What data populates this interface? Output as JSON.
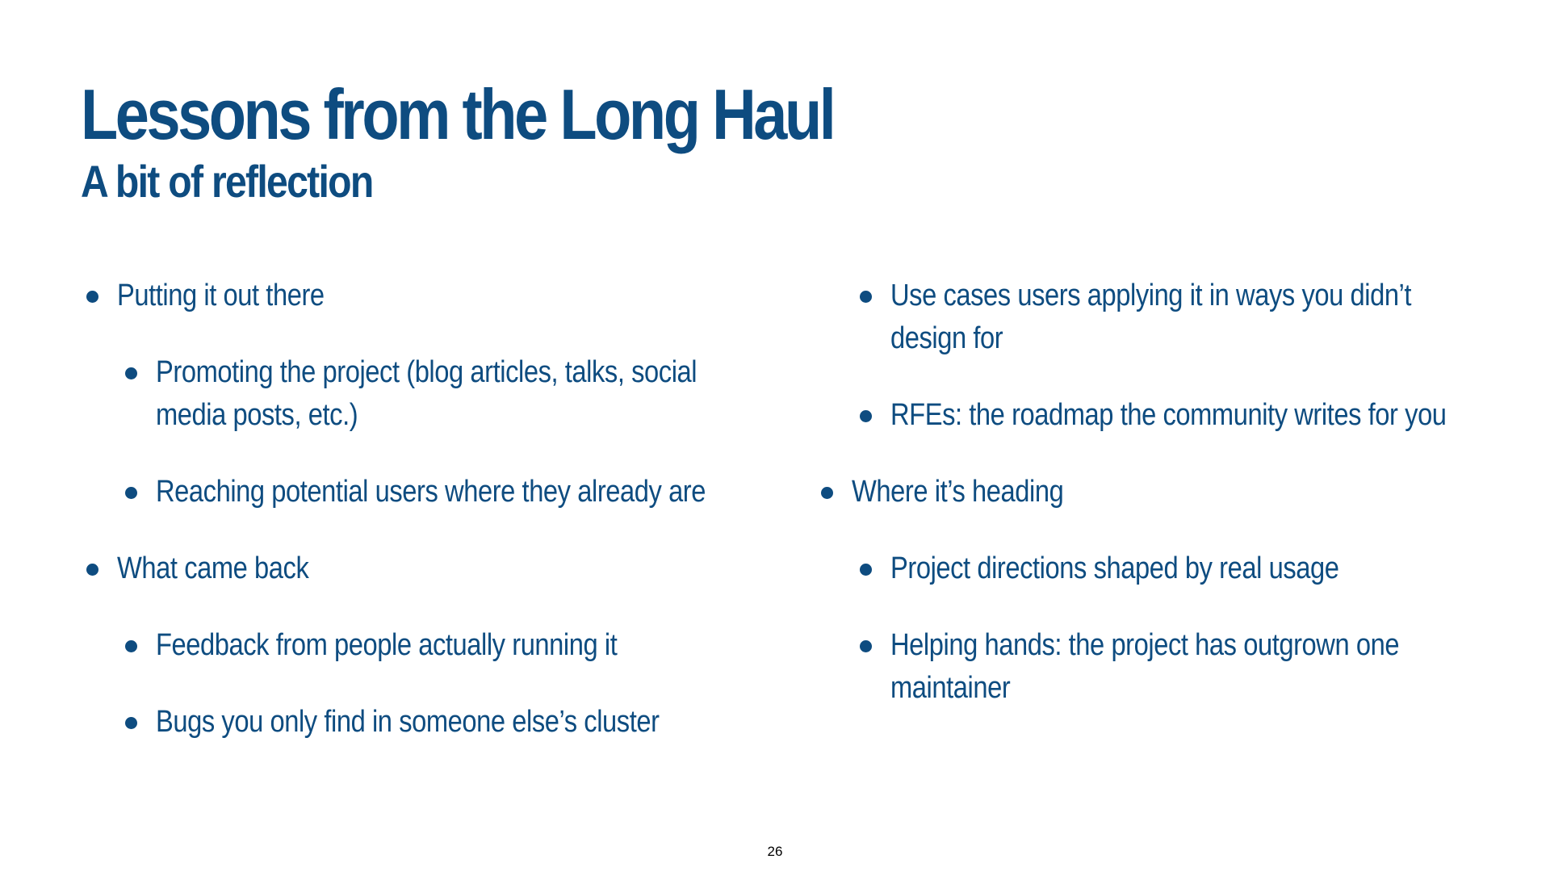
{
  "slide": {
    "title": "Lessons from the Long Haul",
    "subtitle": "A bit of reflection",
    "left_items": [
      {
        "level": 1,
        "text": "Putting it out there"
      },
      {
        "level": 2,
        "text": "Promoting the project (blog articles, talks, social media posts, etc.)"
      },
      {
        "level": 2,
        "text": "Reaching potential users where they already are"
      },
      {
        "level": 1,
        "text": "What came back"
      },
      {
        "level": 2,
        "text": "Feedback from people actually running it"
      },
      {
        "level": 2,
        "text": "Bugs you only find in someone else’s cluster"
      }
    ],
    "right_items": [
      {
        "level": 2,
        "text": "Use cases users applying it in ways you didn’t design for"
      },
      {
        "level": 2,
        "text": "RFEs: the roadmap the community writes for you"
      },
      {
        "level": 1,
        "text": "Where it’s heading"
      },
      {
        "level": 2,
        "text": "Project directions shaped by real usage"
      },
      {
        "level": 2,
        "text": "Helping hands: the project has outgrown one maintainer"
      }
    ],
    "page_number": "26",
    "colors": {
      "text": "#0e4c80",
      "background": "#ffffff"
    }
  }
}
